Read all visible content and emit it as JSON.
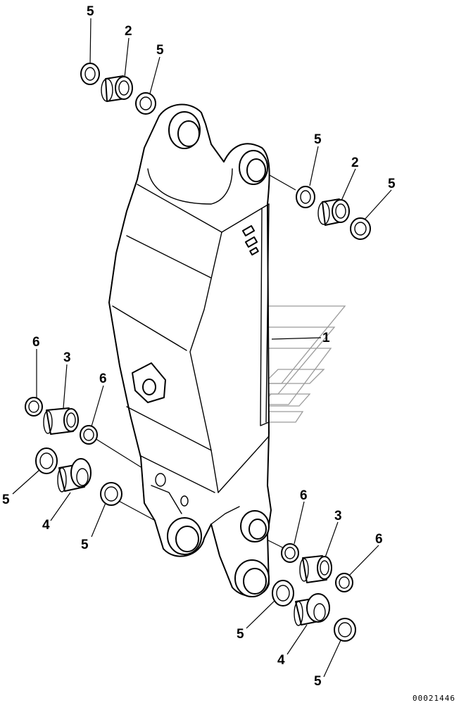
{
  "callouts": [
    {
      "id": "c5a",
      "label": "5"
    },
    {
      "id": "c2a",
      "label": "2"
    },
    {
      "id": "c5b",
      "label": "5"
    },
    {
      "id": "c5c",
      "label": "5"
    },
    {
      "id": "c2b",
      "label": "2"
    },
    {
      "id": "c5d",
      "label": "5"
    },
    {
      "id": "c1",
      "label": "1"
    },
    {
      "id": "c6a",
      "label": "6"
    },
    {
      "id": "c3a",
      "label": "3"
    },
    {
      "id": "c6b",
      "label": "6"
    },
    {
      "id": "c5e",
      "label": "5"
    },
    {
      "id": "c4a",
      "label": "4"
    },
    {
      "id": "c5f",
      "label": "5"
    },
    {
      "id": "c6c",
      "label": "6"
    },
    {
      "id": "c3b",
      "label": "3"
    },
    {
      "id": "c6d",
      "label": "6"
    },
    {
      "id": "c5g",
      "label": "5"
    },
    {
      "id": "c4b",
      "label": "4"
    },
    {
      "id": "c5h",
      "label": "5"
    }
  ],
  "drawing_number": "00021446"
}
